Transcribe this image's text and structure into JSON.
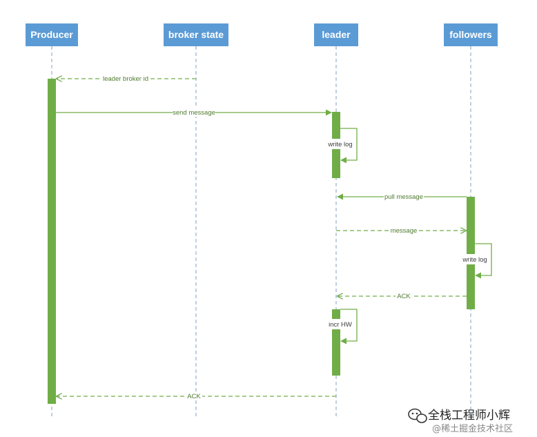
{
  "actors": [
    {
      "id": "producer",
      "label": "Producer"
    },
    {
      "id": "broker",
      "label": "broker state"
    },
    {
      "id": "leader",
      "label": "leader"
    },
    {
      "id": "followers",
      "label": "followers"
    }
  ],
  "messages": [
    {
      "id": "leader-broker-id",
      "label": "leader broker id",
      "from": "broker",
      "to": "producer",
      "style": "dashed"
    },
    {
      "id": "send-message",
      "label": "send message",
      "from": "producer",
      "to": "leader",
      "style": "solid"
    },
    {
      "id": "pull-message",
      "label": "pull message",
      "from": "followers",
      "to": "leader",
      "style": "solid"
    },
    {
      "id": "message",
      "label": "message",
      "from": "leader",
      "to": "followers",
      "style": "dashed"
    },
    {
      "id": "ack-followers",
      "label": "ACK",
      "from": "followers",
      "to": "leader",
      "style": "dashed"
    },
    {
      "id": "ack-producer",
      "label": "ACK",
      "from": "leader",
      "to": "producer",
      "style": "dashed"
    }
  ],
  "self_calls": [
    {
      "id": "write-log-leader",
      "label": "write log",
      "actor": "leader"
    },
    {
      "id": "write-log-followers",
      "label": "write log",
      "actor": "followers"
    },
    {
      "id": "incr-hw",
      "label": "incr HW",
      "actor": "leader"
    }
  ],
  "watermark": {
    "title": "全栈工程师小辉",
    "subtitle": "@稀土掘金技术社区",
    "icon": "wechat-icon"
  },
  "colors": {
    "actor_fill": "#5b9bd5",
    "activation_fill": "#70ad47",
    "arrow": "#70ad47"
  }
}
